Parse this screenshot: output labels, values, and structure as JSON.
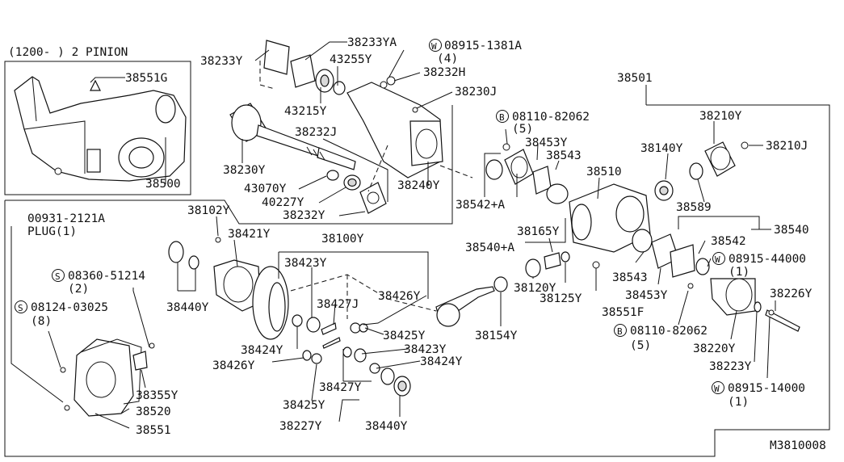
{
  "header": {
    "variant_note": "(1200-      ) 2 PINION"
  },
  "footer": {
    "diagram_code": "M3810008"
  },
  "labels": {
    "p38551G": "38551G",
    "p38500": "38500",
    "p38233Y": "38233Y",
    "p38233YA": "38233YA",
    "p43255Y": "43255Y",
    "w08915_1381A": "08915-1381A",
    "w08915_1381A_qty": "(4)",
    "p38232H": "38232H",
    "p38230J": "38230J",
    "p43215Y": "43215Y",
    "p38232J": "38232J",
    "p38230Y": "38230Y",
    "p43070Y": "43070Y",
    "p40227Y": "40227Y",
    "p38232Y": "38232Y",
    "p38240Y": "38240Y",
    "p38501": "38501",
    "b08110_82062_top": "08110-82062",
    "b08110_82062_top_qty": "(5)",
    "p38453Y_top": "38453Y",
    "p38543_top": "38543",
    "p38210Y": "38210Y",
    "p38210J": "38210J",
    "p38140Y": "38140Y",
    "p38510": "38510",
    "p38589": "38589",
    "p38542A": "38542+A",
    "p38540A": "38540+A",
    "p38165Y": "38165Y",
    "p38540": "38540",
    "p38542": "38542",
    "w08915_44000": "08915-44000",
    "w08915_44000_qty": "(1)",
    "p38543_bot": "38543",
    "p38453Y_bot": "38453Y",
    "p38226Y": "38226Y",
    "p38120Y": "38120Y",
    "p38125Y": "38125Y",
    "p38551F": "38551F",
    "b08110_82062_bot": "08110-82062",
    "b08110_82062_bot_qty": "(5)",
    "p38220Y": "38220Y",
    "p38223Y": "38223Y",
    "w08915_14000": "08915-14000",
    "w08915_14000_qty": "(1)",
    "p00931_2121A": "00931-2121A",
    "plug": "PLUG(1)",
    "p38102Y": "38102Y",
    "p38421Y": "38421Y",
    "p38100Y": "38100Y",
    "s08360_51214": "08360-51214",
    "s08360_51214_qty": "(2)",
    "p38440Y_left": "38440Y",
    "p38423Y_top": "38423Y",
    "s08124_03025": "08124-03025",
    "s08124_03025_qty": "(8)",
    "p38427J": "38427J",
    "p38426Y_right": "38426Y",
    "p38425Y_right": "38425Y",
    "p38154Y": "38154Y",
    "p38424Y_left": "38424Y",
    "p38423Y_bot": "38423Y",
    "p38424Y_right": "38424Y",
    "p38426Y_left": "38426Y",
    "p38355Y": "38355Y",
    "p38427Y": "38427Y",
    "p38520": "38520",
    "p38425Y_bot": "38425Y",
    "p38551": "38551",
    "p38227Y": "38227Y",
    "p38440Y_bot": "38440Y"
  },
  "markers": {
    "washer": "W",
    "bolt": "B",
    "screw": "S"
  }
}
